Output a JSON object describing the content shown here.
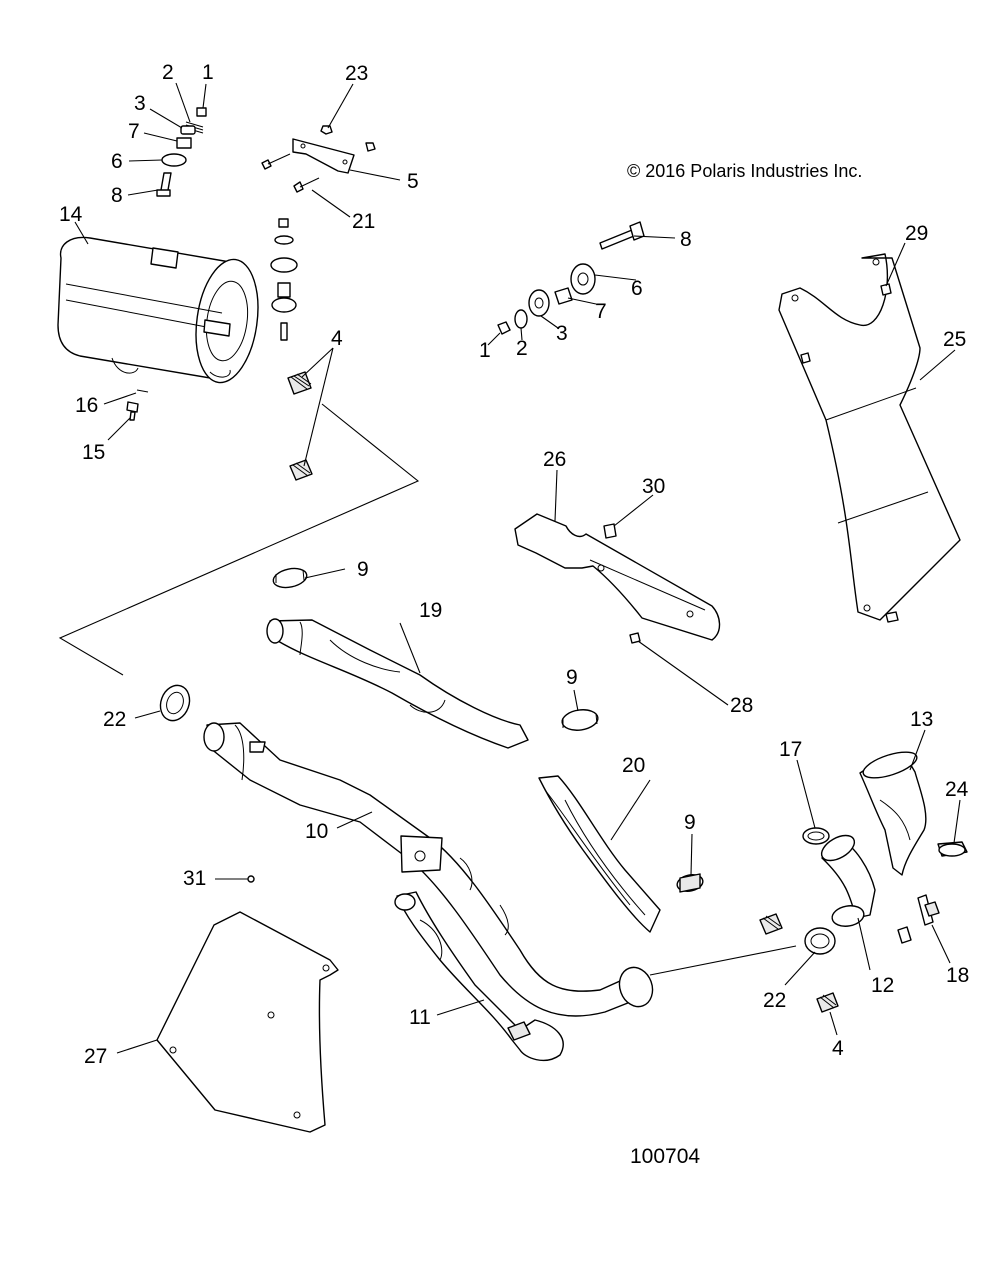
{
  "copyright": "© 2016 Polaris Industries Inc.",
  "drawing_number": "100704",
  "callouts": [
    {
      "id": "c-1a",
      "text": "1"
    },
    {
      "id": "c-2a",
      "text": "2"
    },
    {
      "id": "c-3a",
      "text": "3"
    },
    {
      "id": "c-7a",
      "text": "7"
    },
    {
      "id": "c-6a",
      "text": "6"
    },
    {
      "id": "c-8a",
      "text": "8"
    },
    {
      "id": "c-23",
      "text": "23"
    },
    {
      "id": "c-5",
      "text": "5"
    },
    {
      "id": "c-21",
      "text": "21"
    },
    {
      "id": "c-14",
      "text": "14"
    },
    {
      "id": "c-4a",
      "text": "4"
    },
    {
      "id": "c-16",
      "text": "16"
    },
    {
      "id": "c-15",
      "text": "15"
    },
    {
      "id": "c-8b",
      "text": "8"
    },
    {
      "id": "c-6b",
      "text": "6"
    },
    {
      "id": "c-7b",
      "text": "7"
    },
    {
      "id": "c-3b",
      "text": "3"
    },
    {
      "id": "c-2b",
      "text": "2"
    },
    {
      "id": "c-1b",
      "text": "1"
    },
    {
      "id": "c-29",
      "text": "29"
    },
    {
      "id": "c-25",
      "text": "25"
    },
    {
      "id": "c-26",
      "text": "26"
    },
    {
      "id": "c-30",
      "text": "30"
    },
    {
      "id": "c-28",
      "text": "28"
    },
    {
      "id": "c-9a",
      "text": "9"
    },
    {
      "id": "c-19",
      "text": "19"
    },
    {
      "id": "c-22a",
      "text": "22"
    },
    {
      "id": "c-9b",
      "text": "9"
    },
    {
      "id": "c-10",
      "text": "10"
    },
    {
      "id": "c-20",
      "text": "20"
    },
    {
      "id": "c-9c",
      "text": "9"
    },
    {
      "id": "c-17",
      "text": "17"
    },
    {
      "id": "c-13",
      "text": "13"
    },
    {
      "id": "c-24",
      "text": "24"
    },
    {
      "id": "c-31",
      "text": "31"
    },
    {
      "id": "c-12",
      "text": "12"
    },
    {
      "id": "c-18",
      "text": "18"
    },
    {
      "id": "c-22b",
      "text": "22"
    },
    {
      "id": "c-4b",
      "text": "4"
    },
    {
      "id": "c-11",
      "text": "11"
    },
    {
      "id": "c-27",
      "text": "27"
    }
  ]
}
